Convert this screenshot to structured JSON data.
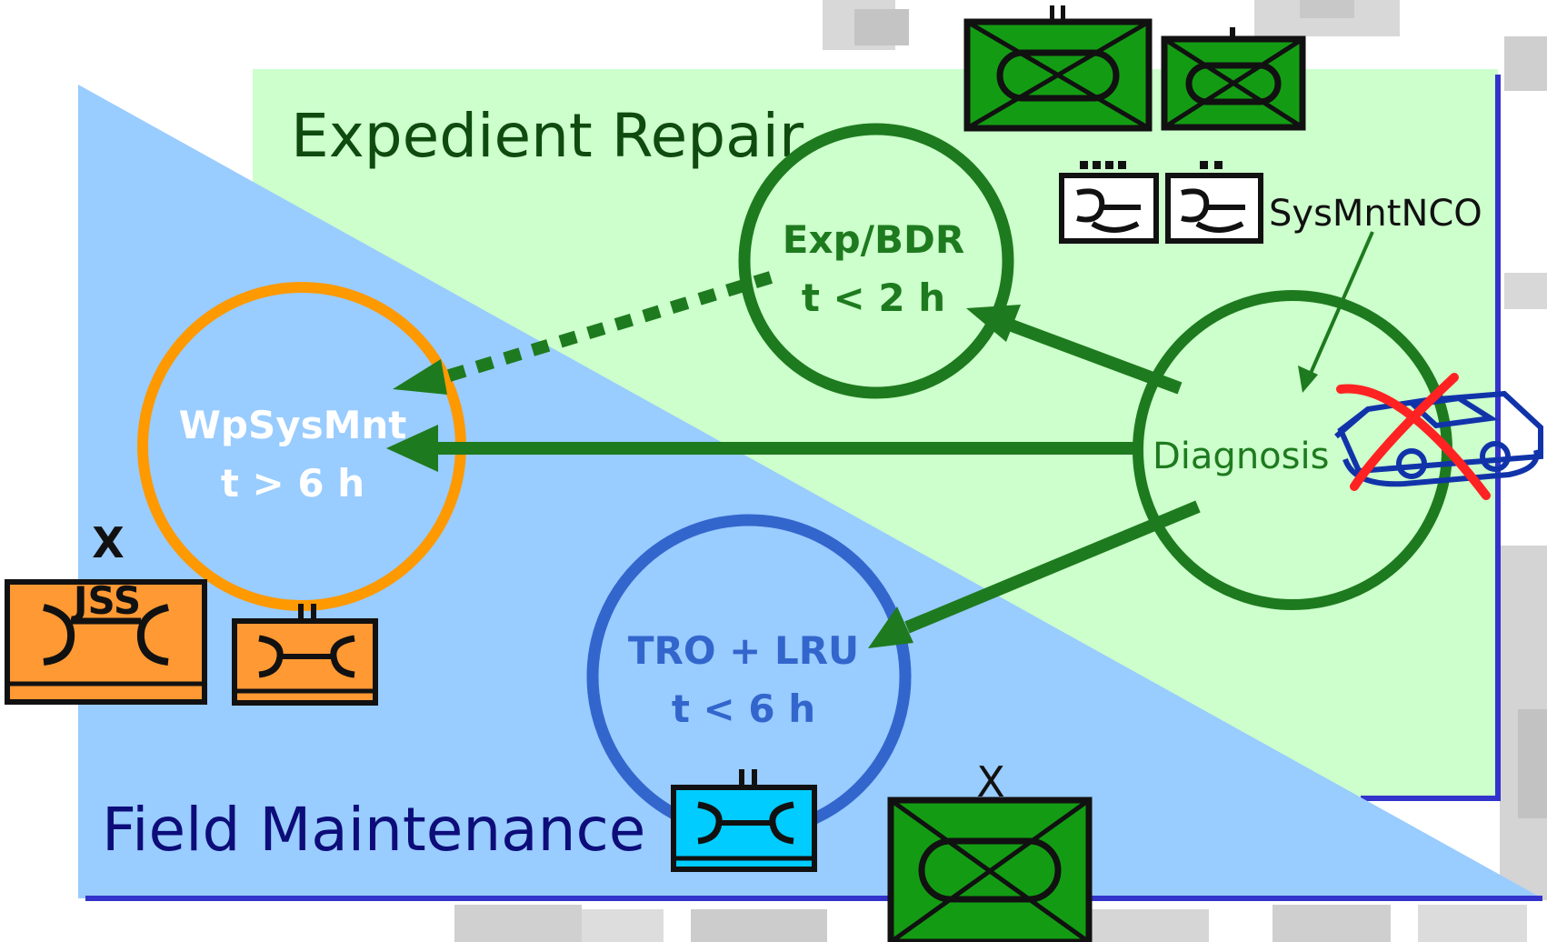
{
  "labels": {
    "expedient_repair": "Expedient Repair",
    "field_maintenance": "Field Maintenance",
    "exp_bdr_name": "Exp/BDR",
    "exp_bdr_time": "t < 2 h",
    "wpsysmnt_name": "WpSysMnt",
    "wpsysmnt_time": "t > 6 h",
    "tro_lru_name": "TRO + LRU",
    "tro_lru_time": "t < 6 h",
    "diagnosis": "Diagnosis",
    "sysmntnco": "SysMntNCO",
    "jss": "JSS",
    "echelon_x_left": "X",
    "echelon_x_bottom": "X"
  },
  "colors": {
    "expedient_zone": "#ccffcc",
    "field_zone": "#99ccff",
    "border_blue": "#3333cc",
    "green_circle": "#1e7a1e",
    "orange_circle": "#ff9900",
    "blue_circle": "#3366cc",
    "unit_green": "#139c13",
    "unit_orange": "#ff9933",
    "unit_cyan": "#00ccff",
    "tank_blue": "#1133aa",
    "red_cross": "#ff2222",
    "expedient_text": "#0f4a0f",
    "field_text": "#0d0d7a"
  },
  "icons": [
    "armor-unit-icon",
    "maintenance-unit-icon",
    "tank-icon",
    "destroyed-cross-icon"
  ]
}
